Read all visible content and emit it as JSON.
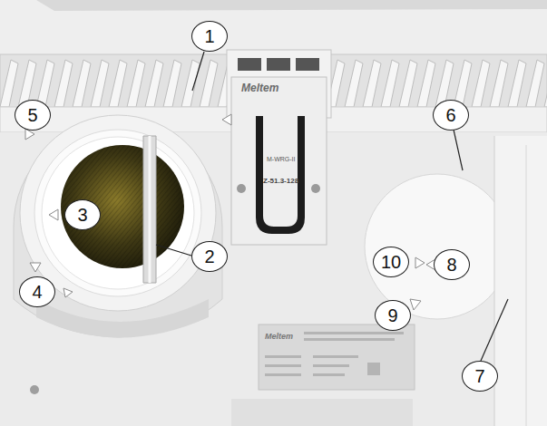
{
  "diagram": {
    "labels": [
      "1",
      "2",
      "3",
      "4",
      "5",
      "6",
      "7",
      "8",
      "9",
      "10",
      "Meltem",
      "M-WRG-II",
      "Z-51.3-128",
      "Meltem"
    ]
  }
}
